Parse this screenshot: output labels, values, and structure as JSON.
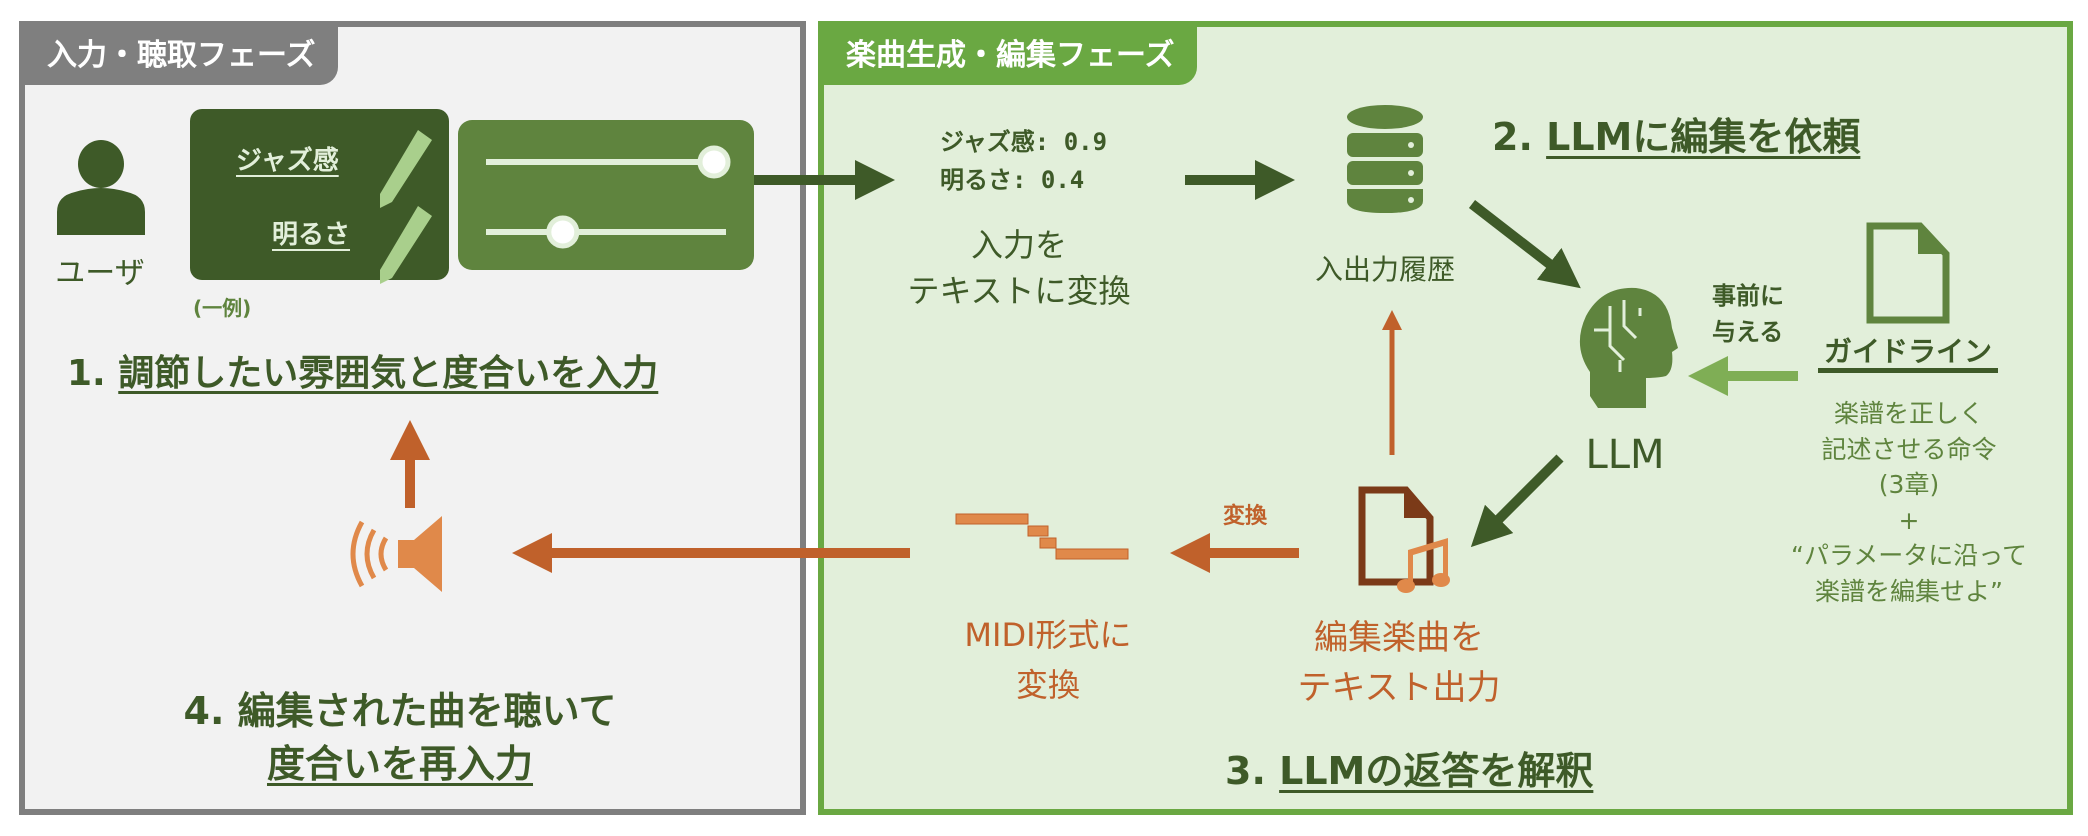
{
  "phases": {
    "input_listen": "入力・聴取フェーズ",
    "generate_edit": "楽曲生成・編集フェーズ"
  },
  "user": {
    "label": "ユーザ",
    "icon": "person-icon"
  },
  "params": {
    "items": [
      {
        "label": "ジャズ感",
        "value": 0.9
      },
      {
        "label": "明るさ",
        "value": 0.4
      }
    ],
    "example_note": "(一例)"
  },
  "steps": {
    "step1": "1. ",
    "step1_text": "調節したい雰囲気と度合いを入力",
    "step2": "2. ",
    "step2_text": "LLMに編集を依頼",
    "step3": "3. ",
    "step3_text": "LLMの返答を解釈",
    "step4_line1": "4. 編集された曲を聴いて",
    "step4_line2": "度合いを再入力"
  },
  "text_params": {
    "line1": "ジャズ感: 0.9",
    "line2": "明るさ: 0.4",
    "caption1": "入力を",
    "caption2": "テキストに変換"
  },
  "history": {
    "label": "入出力履歴",
    "icon": "database-icon"
  },
  "llm": {
    "label": "LLM",
    "icon": "brain-head-icon"
  },
  "pre_give": {
    "line1": "事前に",
    "line2": "与える"
  },
  "guideline": {
    "title": "ガイドライン",
    "lines": [
      "楽譜を正しく",
      "記述させる命令",
      "(3章)",
      "+",
      "“パラメータに沿って",
      "楽譜を編集せよ”"
    ]
  },
  "output": {
    "line1": "編集楽曲を",
    "line2": "テキスト出力",
    "icon": "music-file-icon"
  },
  "convert": {
    "label": "変換"
  },
  "midi": {
    "line1": "MIDI形式に",
    "line2": "変換",
    "icon": "piano-roll-icon"
  },
  "speaker": {
    "icon": "speaker-icon"
  },
  "colors": {
    "dark_green": "#3e5a28",
    "mid_green": "#5f843e",
    "light_green": "#e2efda",
    "orange": "#c0612b",
    "gray": "#7f7f7f"
  }
}
